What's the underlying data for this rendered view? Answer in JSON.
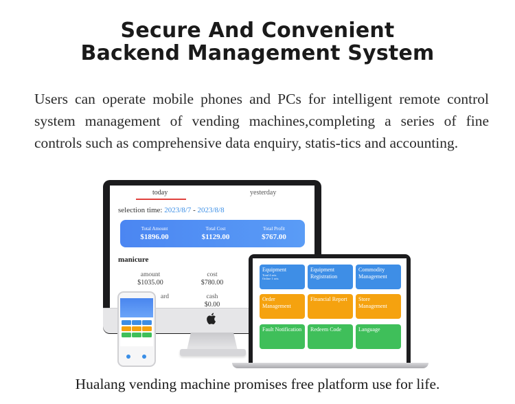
{
  "headline": {
    "line1": "Secure And Convenient",
    "line2": "Backend Management System"
  },
  "description": "Users can operate mobile phones and PCs for intelligent remote control system management of vending machines,completing a series of fine controls such as comprehensive data enquiry, statis-tics and accounting.",
  "footer": "Hualang vending machine promises free platform use for life.",
  "monitor": {
    "tabs": [
      "today",
      "yesterday"
    ],
    "selection_label": "selection time:",
    "date_start": "2023/8/7",
    "date_sep": " - ",
    "date_end": "2023/8/8",
    "stats": [
      {
        "label": "Total Amount",
        "value": "$1896.00"
      },
      {
        "label": "Total Cost",
        "value": "$1129.00"
      },
      {
        "label": "Total Profit",
        "value": "$767.00"
      }
    ],
    "section_title": "manicure",
    "fields": [
      {
        "key": "amount",
        "value": "$1035.00"
      },
      {
        "key": "cost",
        "value": "$780.00"
      },
      {
        "key": "ard",
        "value": ""
      },
      {
        "key": "cash",
        "value": "$0.00"
      }
    ]
  },
  "laptop": {
    "tiles": [
      {
        "label": "Equipment",
        "sub1": "Total 4 sets",
        "sub2": "Online 1 sets",
        "color": "#3e8ee6"
      },
      {
        "label": "Equipment Registration",
        "color": "#3e8ee6"
      },
      {
        "label": "Commodity Management",
        "color": "#3e8ee6"
      },
      {
        "label": "Order Management",
        "color": "#f5a20f"
      },
      {
        "label": "Financial Report",
        "color": "#f5a20f"
      },
      {
        "label": "Store Management",
        "color": "#f5a20f"
      },
      {
        "label": "Fault Notification",
        "color": "#3fbf5a"
      },
      {
        "label": "Redeem Code",
        "color": "#3fbf5a"
      },
      {
        "label": "Language",
        "color": "#3fbf5a"
      }
    ]
  },
  "colors": {
    "accent_blue": "#4b86f2",
    "tab_underline": "#e0413c",
    "orange": "#f5a20f",
    "green": "#3fbf5a"
  }
}
